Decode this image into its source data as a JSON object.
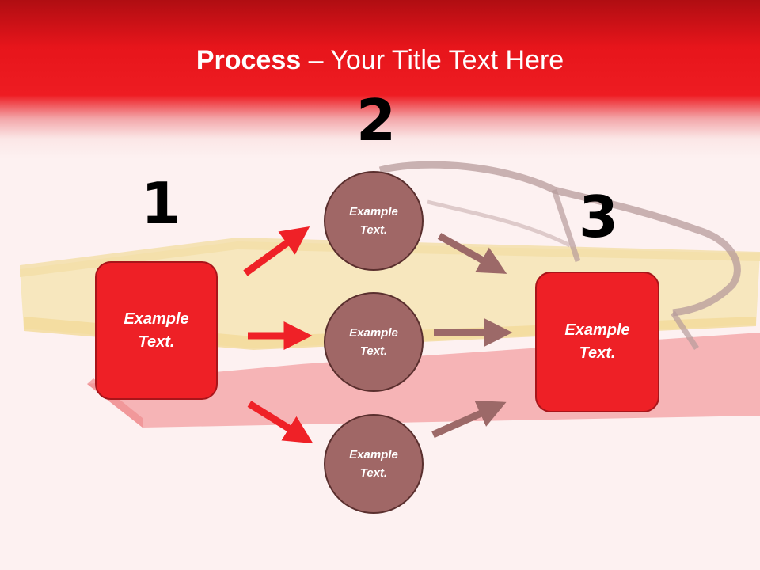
{
  "title": {
    "bold": "Process",
    "rest": " – Your Title Text Here"
  },
  "steps": {
    "one": "1",
    "two": "2",
    "three": "3"
  },
  "boxes": {
    "left": {
      "line1": "Example",
      "line2": "Text."
    },
    "right": {
      "line1": "Example",
      "line2": "Text."
    }
  },
  "circles": [
    {
      "line1": "Example",
      "line2": "Text."
    },
    {
      "line1": "Example",
      "line2": "Text."
    },
    {
      "line1": "Example",
      "line2": "Text."
    }
  ],
  "colors": {
    "header_red": "#ee1c22",
    "box_red": "#ee2026",
    "circle_brown": "#a06766",
    "arrow_red": "#ef2127",
    "arrow_brown": "#9c6968"
  }
}
